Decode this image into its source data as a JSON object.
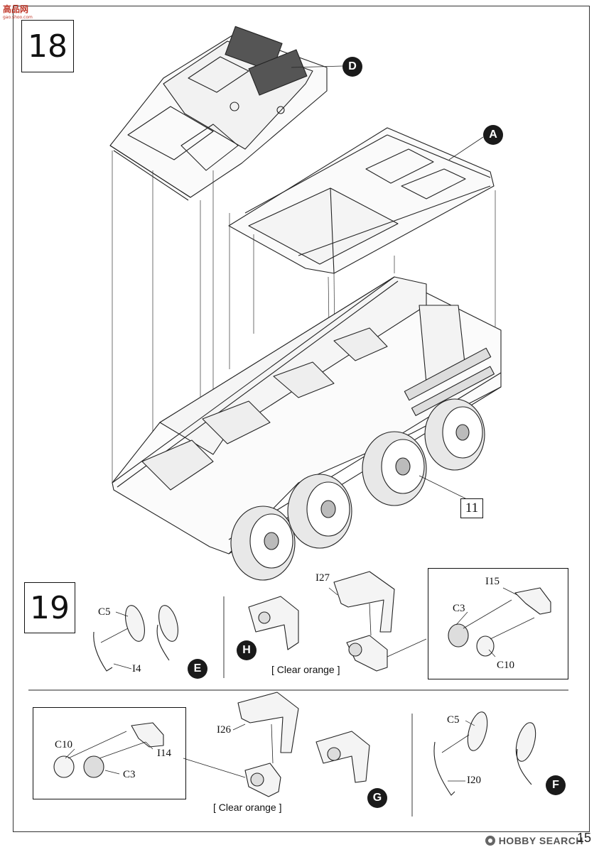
{
  "watermark": {
    "top_left": "高品网",
    "top_left_sub": "gao.shoo.com",
    "bottom_right": "HOBBY SEARCH"
  },
  "steps": {
    "step_a": "18",
    "step_b": "19"
  },
  "step18": {
    "callout_d": "D",
    "callout_a": "A",
    "ref_box": "11"
  },
  "step19": {
    "e_labels": {
      "c5": "C5",
      "i4": "I4",
      "callout": "E"
    },
    "h_labels": {
      "i27": "I27",
      "callout": "H",
      "note": "[ Clear orange ]"
    },
    "light_panel_1": {
      "i15": "I15",
      "c3": "C3",
      "c10": "C10"
    },
    "light_panel_2": {
      "c10": "C10",
      "i14": "I14",
      "c3": "C3"
    },
    "g_labels": {
      "i26": "I26",
      "callout": "G",
      "note": "[ Clear orange ]"
    },
    "f_labels": {
      "c5": "C5",
      "i20": "I20",
      "callout": "F"
    }
  },
  "page_number": "15"
}
